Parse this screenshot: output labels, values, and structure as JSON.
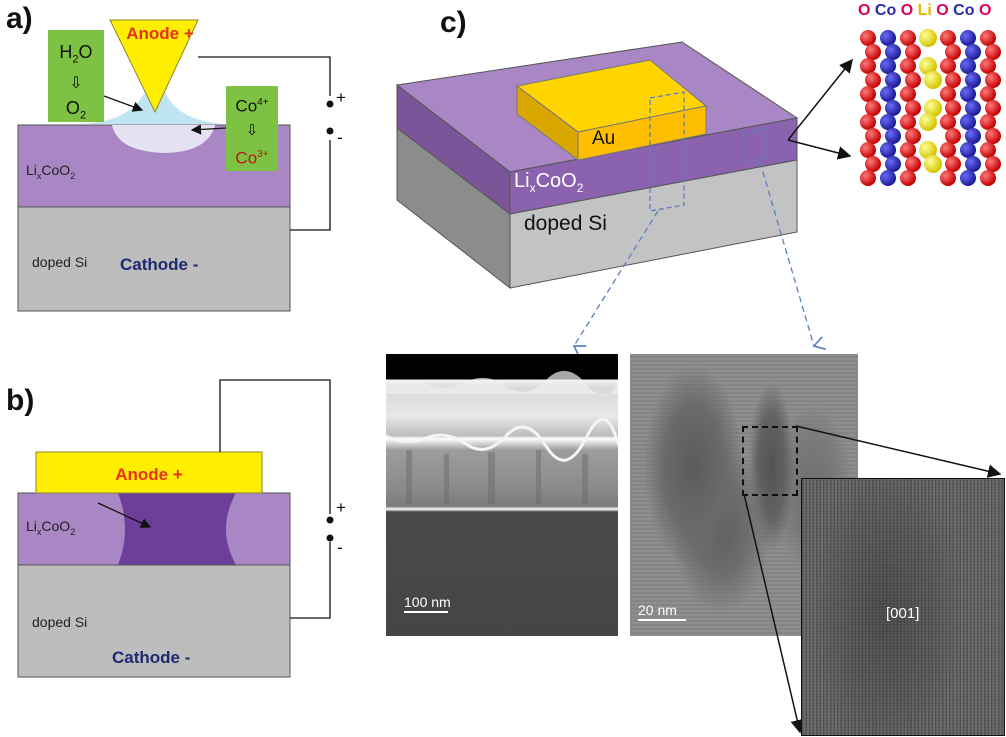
{
  "panels": {
    "a": {
      "label": "a)",
      "anode": "Anode +",
      "water": {
        "h": "H",
        "sub2": "2",
        "o": "O",
        "arrow": "⇩",
        "o2_o": "O",
        "o2_sub": "2"
      },
      "cobalt": {
        "co_top": "Co",
        "sup_top": "4+",
        "arrow": "⇩",
        "co_bottom": "Co",
        "sup_bottom": "3+"
      },
      "licoo2": {
        "li": "Li",
        "x": "x",
        "coo": "CoO",
        "sub": "2"
      },
      "doped_si": "doped Si",
      "cathode": "Cathode -",
      "plus": "+",
      "minus": "-"
    },
    "b": {
      "label": "b)",
      "anode": "Anode +",
      "licoo2": {
        "li": "Li",
        "x": "x",
        "coo": "CoO",
        "sub": "2"
      },
      "doped_si": "doped Si",
      "cathode": "Cathode -",
      "plus": "+",
      "minus": "-"
    },
    "c": {
      "label": "c)",
      "au": "Au",
      "licoo2": {
        "li": "Li",
        "x": "x",
        "coo": "CoO",
        "sub": "2"
      },
      "doped_si": "doped Si",
      "atom_legend": [
        {
          "text": "O",
          "color": "#e0005a"
        },
        {
          "text": "Co",
          "color": "#2a2ab0"
        },
        {
          "text": "O",
          "color": "#e0005a"
        },
        {
          "text": "Li",
          "color": "#e8b400"
        },
        {
          "text": "O",
          "color": "#e0005a"
        },
        {
          "text": "Co",
          "color": "#2a2ab0"
        },
        {
          "text": "O",
          "color": "#e0005a"
        }
      ],
      "scale_left": "100 nm",
      "scale_right": "20 nm",
      "zone_axis": "[001]"
    }
  },
  "colors": {
    "purple": "#a987c4",
    "purple_dark": "#6d3f9a",
    "gray": "#bdbdbd",
    "yellow": "#ffee00",
    "green": "#7dc242",
    "anode_text": "#e8301c",
    "cathode_text": "#1f2a6e"
  }
}
